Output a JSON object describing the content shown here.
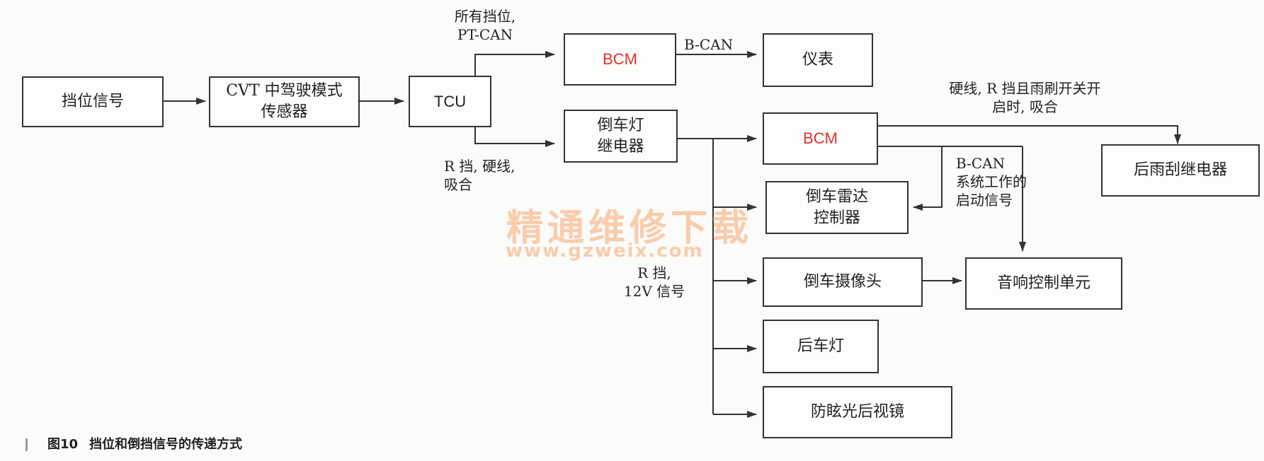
{
  "boxes": {
    "gear_signal": "挡位信号",
    "cvt_sensor": "CVT 中驾驶模式\n传感器",
    "tcu": "TCU",
    "bcm_top": "BCM",
    "instrument": "仪表",
    "reverse_relay": "倒车灯\n继电器",
    "bcm_mid": "BCM",
    "rear_wiper_relay": "后雨刮继电器",
    "radar_controller": "倒车雷达\n控制器",
    "camera": "倒车摄像头",
    "audio_unit": "音响控制单元",
    "rear_light": "后车灯",
    "mirror": "防眩光后视镜"
  },
  "labels": {
    "all_gears": "所有挡位,\nPT-CAN",
    "b_can_top": "B-CAN",
    "r_hardwire_close": "R 挡, 硬线,\n吸合",
    "hardwire_wiper": "硬线, R 挡且雨刷开关开\n启时, 吸合",
    "b_can_start": "B-CAN\n系统工作的\n启动信号",
    "r_12v": "R 挡,\n12V 信号"
  },
  "watermark": {
    "title": "精通维修下载",
    "url": "www.gzweix.com"
  },
  "caption": {
    "number": "图10",
    "text": "挡位和倒挡信号的传递方式"
  },
  "colors": {
    "bcm_text": "#e2322a",
    "line": "#333333",
    "watermark": "#f5a56e"
  }
}
